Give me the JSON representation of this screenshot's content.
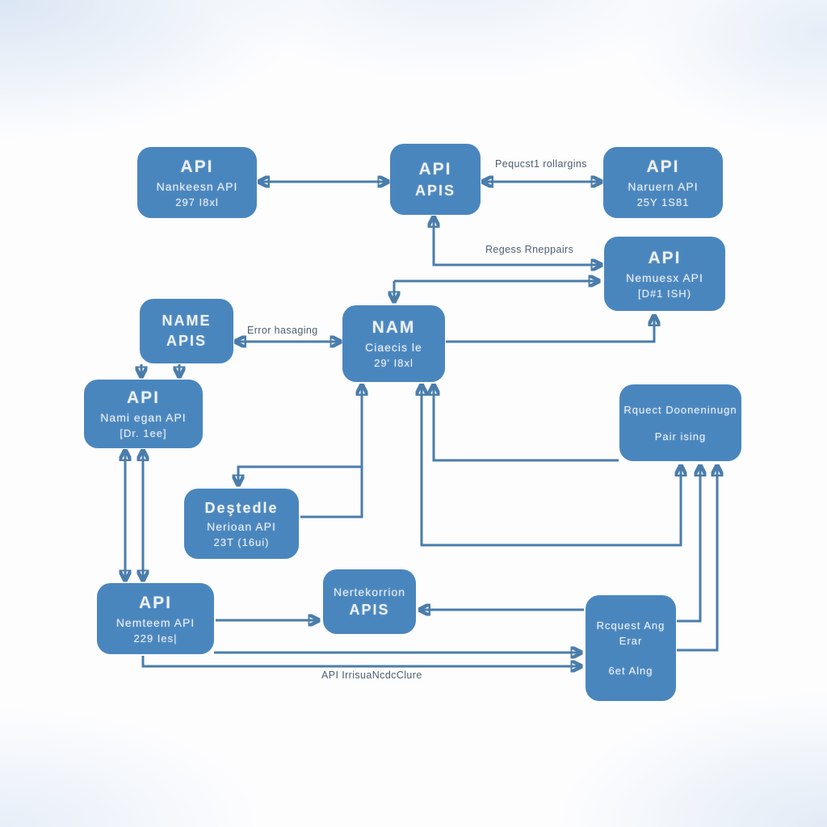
{
  "diagram": {
    "nodes": {
      "top_left": {
        "line1": "API",
        "line2": "Nankeesn API",
        "line3": "297 I8xl"
      },
      "top_mid": {
        "line1": "API",
        "line2": "APIS"
      },
      "top_right": {
        "line1": "API",
        "line2": "Naruern API",
        "line3": "25Y 1S81"
      },
      "right_row2": {
        "line1": "API",
        "line2": "Nemuesx API",
        "line3": "[D#1 ISH)"
      },
      "name_apis": {
        "line1": "NAME",
        "line2": "APIS"
      },
      "nam": {
        "line1": "NAM",
        "line2": "Ciaecis le",
        "line3": "29' I8xl"
      },
      "left_row3": {
        "line1": "API",
        "line2": "Nami egan API",
        "line3": "[Dr. 1ee]"
      },
      "parsing": {
        "line1": "Rquect Dooneninugn",
        "line2": "Pair ising"
      },
      "desteds": {
        "line1": "Deştedle",
        "line2": "Nerioan API",
        "line3": "23T (16ui)"
      },
      "left_row5": {
        "line1": "API",
        "line2": "Nemteem API",
        "line3": "229 Ies|"
      },
      "net_apis": {
        "line1": "Nertekorrion",
        "line2": "APIS"
      },
      "req_error": {
        "line1": "Rcquest Ang",
        "line2": "Erar",
        "line3": "6et Alng"
      }
    },
    "edge_labels": {
      "request_rollagins": "Pequcst1 rollargins",
      "regess_rneppairs": "Regess Rneppairs",
      "error_hasaging": "Error hasaging",
      "api_infrastructure": "API IrrisuaNcdcClure"
    },
    "colors": {
      "node_fill": "#4a86be",
      "node_text": "#edf2f8",
      "connector": "#4a7dab",
      "label_text": "#4d5e71",
      "background": "#fdfdfe"
    }
  }
}
